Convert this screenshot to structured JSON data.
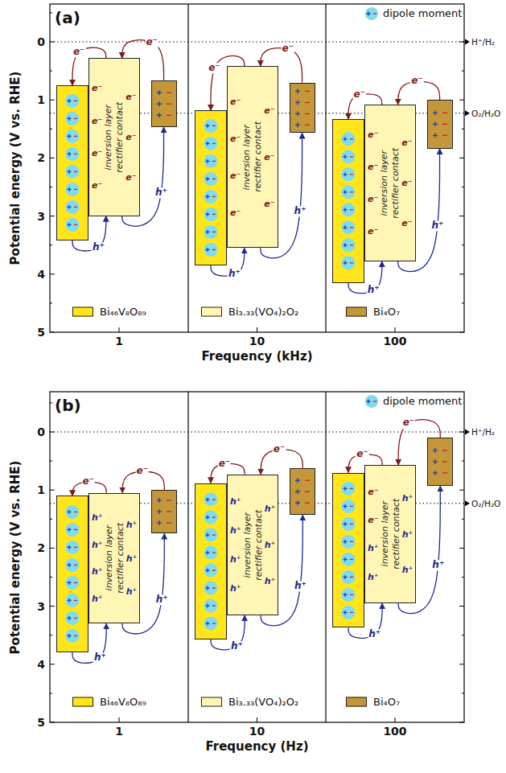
{
  "diagram": {
    "nodes": [
      {
        "text": []
      },
      {
        "text": [
          "inversion layer",
          "rectifier contact",
          "e⁻",
          "e⁻",
          "e⁻",
          "e⁻",
          "e⁻",
          "e⁻",
          "e⁻"
        ]
      },
      {
        "text": []
      },
      {
        "text": []
      },
      {
        "text": [
          "inversion layer",
          "rectifier contact",
          "e⁻",
          "e⁻",
          "e⁻",
          "e⁻",
          "e⁻",
          "e⁻",
          "e⁻"
        ]
      },
      {
        "text": []
      },
      {
        "text": []
      },
      {
        "text": [
          "inversion layer",
          "rectifier contact",
          "e⁻",
          "e⁻",
          "e⁻",
          "e⁻",
          "e⁻",
          "e⁻",
          "e⁻"
        ]
      },
      {
        "text": []
      },
      {
        "text": []
      },
      {
        "text": [
          "inversion layer",
          "rectifier contact",
          "h⁺",
          "h⁺",
          "h⁺",
          "h⁺",
          "h⁺",
          "h⁺",
          "h⁺"
        ]
      },
      {
        "text": []
      },
      {
        "text": []
      },
      {
        "text": [
          "inversion layer",
          "rectifier contact",
          "h⁺",
          "h⁺",
          "h⁺",
          "h⁺",
          "h⁺",
          "h⁺",
          "h⁺"
        ]
      },
      {
        "text": []
      },
      {
        "text": []
      },
      {
        "text": [
          "inversion layer",
          "rectifier contact",
          "e⁻",
          "e⁻",
          "h⁺",
          "h⁺",
          "h⁺",
          "h⁺",
          "h⁺"
        ]
      },
      {
        "text": []
      }
    ],
    "edges": [
      {
        "from": 2,
        "to": 1,
        "label": "e⁻",
        "arrow": "to"
      },
      {
        "from": 1,
        "to": 0,
        "label": "e⁻",
        "arrow": "to"
      },
      {
        "from": 0,
        "to": 1,
        "label": "h⁺",
        "arrow": "to"
      },
      {
        "from": 1,
        "to": 2,
        "label": "h⁺",
        "arrow": "to"
      },
      {
        "from": 5,
        "to": 4,
        "label": "e⁻",
        "arrow": "to"
      },
      {
        "from": 4,
        "to": 3,
        "label": "e⁻",
        "arrow": "to"
      },
      {
        "from": 3,
        "to": 4,
        "label": "h⁺",
        "arrow": "to"
      },
      {
        "from": 4,
        "to": 5,
        "label": "h⁺",
        "arrow": "to"
      },
      {
        "from": 8,
        "to": 7,
        "label": "e⁻",
        "arrow": "to"
      },
      {
        "from": 7,
        "to": 6,
        "label": "e⁻",
        "arrow": "to"
      },
      {
        "from": 6,
        "to": 7,
        "label": "h⁺",
        "arrow": "to"
      },
      {
        "from": 7,
        "to": 8,
        "label": "h⁺",
        "arrow": "to"
      },
      {
        "from": 11,
        "to": 10,
        "label": "e⁻",
        "arrow": "to"
      },
      {
        "from": 10,
        "to": 9,
        "label": "e⁻",
        "arrow": "to"
      },
      {
        "from": 9,
        "to": 10,
        "label": "h⁺",
        "arrow": "to"
      },
      {
        "from": 10,
        "to": 11,
        "label": "h⁺",
        "arrow": "to"
      },
      {
        "from": 14,
        "to": 13,
        "label": "e⁻",
        "arrow": "to"
      },
      {
        "from": 13,
        "to": 12,
        "label": "e⁻",
        "arrow": "to"
      },
      {
        "from": 12,
        "to": 13,
        "label": "h⁺",
        "arrow": "to"
      },
      {
        "from": 13,
        "to": 14,
        "label": "h⁺",
        "arrow": "to"
      },
      {
        "from": 17,
        "to": 16,
        "label": "e⁻",
        "arrow": "to"
      },
      {
        "from": 16,
        "to": 15,
        "label": "e⁻",
        "arrow": "to"
      },
      {
        "from": 15,
        "to": 16,
        "label": "h⁺",
        "arrow": "to"
      },
      {
        "from": 16,
        "to": 17,
        "label": "h⁺",
        "arrow": "to"
      }
    ],
    "labels": [
      "(a)",
      "0",
      "1",
      "2",
      "3",
      "4",
      "5",
      "Potential energy (V vs. RHE)",
      "1",
      "10",
      "100",
      "Frequency (kHz)",
      "H⁺/H₂",
      "O₂/H₂O",
      "(b)",
      "0",
      "1",
      "2",
      "3",
      "4",
      "5",
      "Potential energy (V vs. RHE)",
      "1",
      "10",
      "100",
      "Frequency (Hz)",
      "H⁺/H₂",
      "O₂/H₂O"
    ],
    "legend": [
      {
        "text": "dipole moment"
      },
      {
        "text": "Bi₄₆V₈O₈₉",
        "color": "#ffe51a"
      },
      {
        "text": "Bi₃.₃₃(VO₄)₂O₂",
        "color": "#fff5b5"
      },
      {
        "text": "Bi₄O₇",
        "color": "#c4973a"
      },
      {
        "text": "dipole moment"
      },
      {
        "text": "Bi₄₆V₈O₈₉",
        "color": "#ffe51a"
      },
      {
        "text": "Bi₃.₃₃(VO₄)₂O₂",
        "color": "#fff5b5"
      },
      {
        "text": "Bi₄O₇",
        "color": "#c4973a"
      }
    ]
  }
}
